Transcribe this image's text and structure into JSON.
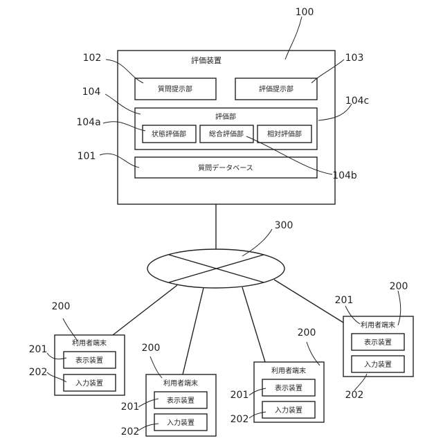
{
  "evaluation_device": {
    "ref": "100",
    "title": "評価装置",
    "question_presenter": {
      "ref": "102",
      "label": "質問提示部"
    },
    "evaluation_presenter": {
      "ref": "103",
      "label": "評価提示部"
    },
    "evaluator": {
      "ref": "104",
      "title": "評価部",
      "state_evaluator": {
        "ref": "104a",
        "label": "状態評価部"
      },
      "overall_evaluator": {
        "ref": "104b",
        "label": "総合評価部"
      },
      "relative_evaluator": {
        "ref": "104c",
        "label": "相対評価部"
      }
    },
    "question_database": {
      "ref": "101",
      "label": "質問データベース"
    }
  },
  "network": {
    "ref": "300"
  },
  "user_terminals": [
    {
      "ref": "200",
      "title": "利用者端末",
      "display": {
        "ref": "201",
        "label": "表示装置"
      },
      "input": {
        "ref": "202",
        "label": "入力装置"
      }
    },
    {
      "ref": "200",
      "title": "利用者端末",
      "display": {
        "ref": "201",
        "label": "表示装置"
      },
      "input": {
        "ref": "202",
        "label": "入力装置"
      }
    },
    {
      "ref": "200",
      "title": "利用者端末",
      "display": {
        "ref": "201",
        "label": "表示装置"
      },
      "input": {
        "ref": "202",
        "label": "入力装置"
      }
    },
    {
      "ref": "200",
      "title": "利用者端末",
      "display": {
        "ref": "201",
        "label": "表示装置"
      },
      "input": {
        "ref": "202",
        "label": "入力装置"
      }
    }
  ]
}
